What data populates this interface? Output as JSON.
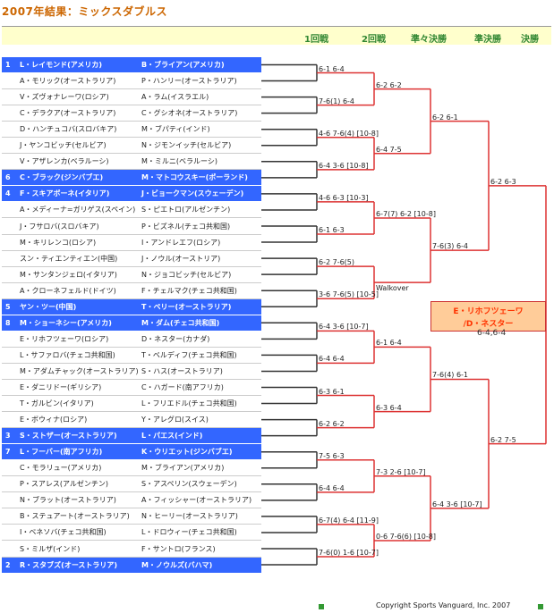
{
  "title": "2007年結果：ミックスダブルス",
  "round_headers": [
    "1回戦",
    "2回戦",
    "準々決勝",
    "準決勝",
    "決勝"
  ],
  "rows": [
    {
      "seed": "1",
      "left": "L・レイモンド(アメリカ)",
      "right": "B・ブライアン(アメリカ)",
      "seeded": true
    },
    {
      "seed": "",
      "left": "A・モリック(オーストラリア)",
      "right": "P・ハンリー(オーストラリア)",
      "seeded": false
    },
    {
      "seed": "",
      "left": "V・ズヴォナレーワ(ロシア)",
      "right": "A・ラム(イスラエル)",
      "seeded": false
    },
    {
      "seed": "",
      "left": "C・デラクア(オーストラリア)",
      "right": "C・グシオネ(オーストラリア)",
      "seeded": false
    },
    {
      "seed": "",
      "left": "D・ハンチュコバ(スロバキア)",
      "right": "M・ブパティ(インド)",
      "seeded": false
    },
    {
      "seed": "",
      "left": "J・ヤンコビッチ(セルビア)",
      "right": "N・ジモンイッチ(セルビア)",
      "seeded": false
    },
    {
      "seed": "",
      "left": "V・アザレンカ(ベラルーシ)",
      "right": "M・ミルニ(ベラルーシ)",
      "seeded": false
    },
    {
      "seed": "6",
      "left": "C・ブラック(ジンバブエ)",
      "right": "M・マトコウスキー(ポーランド)",
      "seeded": true
    },
    {
      "seed": "4",
      "left": "F・スキアボーネ(イタリア)",
      "right": "J・ビョークマン(スウェーデン)",
      "seeded": true
    },
    {
      "seed": "",
      "left": "A・メディーナ=ガリゲス(スペイン)",
      "right": "S・ピエトロ(アルゼンチン)",
      "seeded": false
    },
    {
      "seed": "",
      "left": "J・フサロバ(スロバキア)",
      "right": "P・ビズネル(チェコ共和国)",
      "seeded": false
    },
    {
      "seed": "",
      "left": "M・キリレンコ(ロシア)",
      "right": "I・アンドレエフ(ロシア)",
      "seeded": false
    },
    {
      "seed": "",
      "left": "スン・ティエンティエン(中国)",
      "right": "J・ノウル(オーストリア)",
      "seeded": false
    },
    {
      "seed": "",
      "left": "M・サンタンジェロ(イタリア)",
      "right": "N・ジョコビッチ(セルビア)",
      "seeded": false
    },
    {
      "seed": "",
      "left": "A・クローネフェルド(ドイツ)",
      "right": "F・チェルマク(チェコ共和国)",
      "seeded": false
    },
    {
      "seed": "5",
      "left": "ヤン・ツー(中国)",
      "right": "T・ペリー(オーストラリア)",
      "seeded": true
    },
    {
      "seed": "8",
      "left": "M・ショーネシー(アメリカ)",
      "right": "M・ダム(チェコ共和国)",
      "seeded": true
    },
    {
      "seed": "",
      "left": "E・リホフツェーワ(ロシア)",
      "right": "D・ネスター(カナダ)",
      "seeded": false
    },
    {
      "seed": "",
      "left": "L・サファロバ(チェコ共和国)",
      "right": "T・ベルディフ(チェコ共和国)",
      "seeded": false
    },
    {
      "seed": "",
      "left": "M・アダムチャック(オーストラリア)",
      "right": "S・ハス(オーストラリア)",
      "seeded": false
    },
    {
      "seed": "",
      "left": "E・ダニリドー(ギリシア)",
      "right": "C・ハガード(南アフリカ)",
      "seeded": false
    },
    {
      "seed": "",
      "left": "T・ガルビン(イタリア)",
      "right": "L・フリエドル(チェコ共和国)",
      "seeded": false
    },
    {
      "seed": "",
      "left": "E・ボウィナ(ロシア)",
      "right": "Y・アレグロ(スイス)",
      "seeded": false
    },
    {
      "seed": "3",
      "left": "S・ストザー(オーストラリア)",
      "right": "L・パエス(インド)",
      "seeded": true
    },
    {
      "seed": "7",
      "left": "L・フーバー(南アフリカ)",
      "right": "K・ウリエット(ジンバブエ)",
      "seeded": true
    },
    {
      "seed": "",
      "left": "C・モラリュー(アメリカ)",
      "right": "M・ブライアン(アメリカ)",
      "seeded": false
    },
    {
      "seed": "",
      "left": "P・スアレス(アルゼンチン)",
      "right": "S・アスペリン(スウェーデン)",
      "seeded": false
    },
    {
      "seed": "",
      "left": "N・ブラット(オーストラリア)",
      "right": "A・フィッシャー(オーストラリア)",
      "seeded": false
    },
    {
      "seed": "",
      "left": "B・ステュアート(オーストラリア)",
      "right": "N・ヒーリー(オーストラリア)",
      "seeded": false
    },
    {
      "seed": "",
      "left": "I・ベネソバ(チェコ共和国)",
      "right": "L・ドロウィー(チェコ共和国)",
      "seeded": false
    },
    {
      "seed": "",
      "left": "S・ミルザ(インド)",
      "right": "F・サントロ(フランス)",
      "seeded": false
    },
    {
      "seed": "2",
      "left": "R・スタブズ(オーストラリア)",
      "right": "M・ノウルズ(バハマ)",
      "seeded": true
    }
  ],
  "r1_scores": [
    "6-1 6-4",
    "7-6(1) 6-4",
    "4-6 7-6(4) [10-8]",
    "6-4 3-6 [10-8]",
    "4-6 6-3 [10-3]",
    "6-1 6-3",
    "6-2 7-6(5)",
    "3-6 7-6(5) [10-5]",
    "6-4 3-6 [10-7]",
    "6-4 6-4",
    "6-3 6-1",
    "6-2 6-2",
    "7-5 6-3",
    "6-4 6-4",
    "6-7(4) 6-4 [11-9]",
    "7-6(0) 1-6 [10-7]"
  ],
  "r1_extra": "Walkover",
  "r2_scores": [
    "6-2 6-2",
    "6-4 7-5",
    "6-7(7) 6-2 [10-8]",
    "",
    "6-1 6-4",
    "6-3 6-4",
    "7-3 2-6 [10-7]",
    "0-6 7-6(6) [10-8]"
  ],
  "qf_scores": [
    "6-2 6-1",
    "7-6(3) 6-4",
    "7-6(4) 6-1",
    "6-4 3-6 [10-7]"
  ],
  "sf_scores": [
    "6-2 6-3",
    "6-2 7-5"
  ],
  "winner": {
    "line1": "E・リホフツェーワ",
    "line2": "/D・ネスター",
    "score": "6-4,6-4"
  },
  "footer": "Copyright  Sports Vanguard, Inc. 2007",
  "colors": {
    "bracket": "#dd3333",
    "seed_bg": "#3366ff",
    "title": "#cc6600",
    "round_hdr": "#338833"
  }
}
